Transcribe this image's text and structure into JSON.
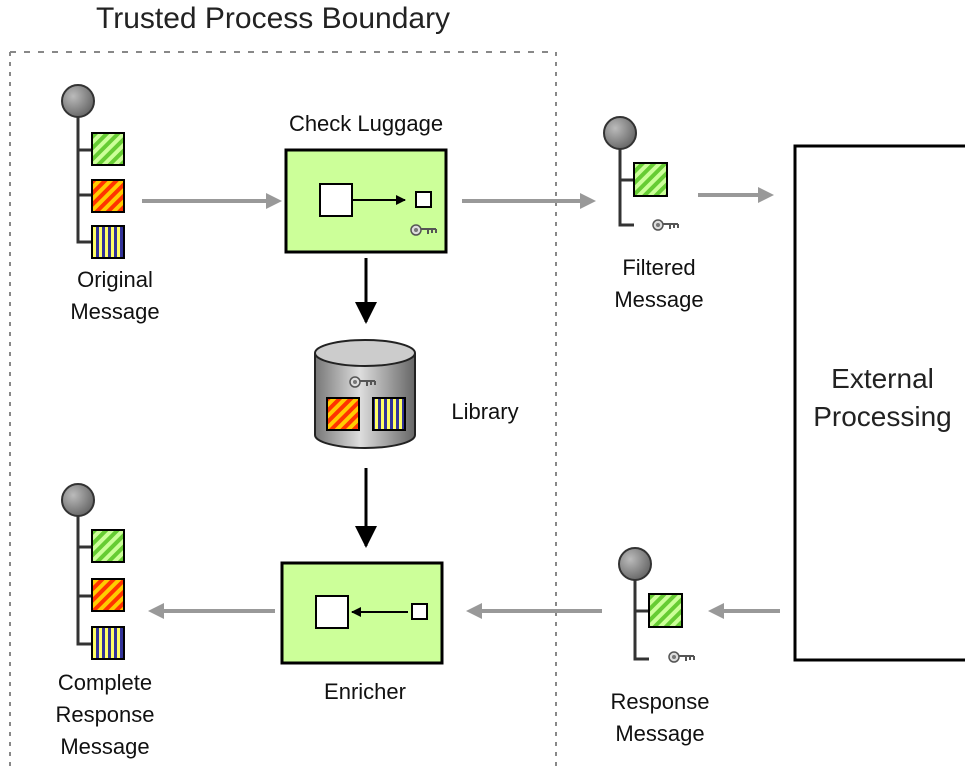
{
  "title": "Trusted Process Boundary",
  "labels": {
    "original": [
      "Original",
      "Message"
    ],
    "check_luggage": "Check Luggage",
    "library": "Library",
    "filtered": [
      "Filtered",
      "Message"
    ],
    "external": [
      "External",
      "Processing"
    ],
    "enricher": "Enricher",
    "response": [
      "Response",
      "Message"
    ],
    "complete": [
      "Complete",
      "Response",
      "Message"
    ]
  },
  "colors": {
    "processor_fill": "#ccff99",
    "green_stripe": "#66cc33",
    "red_stripe": "#ff3300",
    "yellow_stripe": "#ffcc00",
    "blue_stripe": "#333399",
    "arrow_gray": "#999999",
    "boundary": "#888888"
  },
  "icons": [
    "message-root-icon",
    "green-part-icon",
    "red-part-icon",
    "blue-part-icon",
    "key-icon",
    "database-icon"
  ]
}
